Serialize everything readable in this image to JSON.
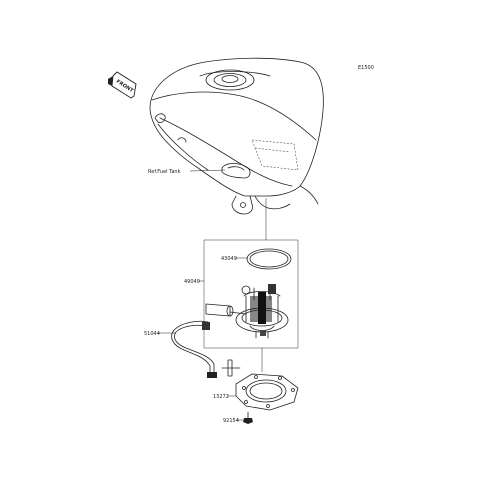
{
  "diagram_code": "E1500",
  "front_label": "FRONT",
  "labels": {
    "ref_fuel_tank": "Ref.Fuel Tank",
    "part_43049": "43049",
    "part_49040": "49040",
    "part_51044": "51044",
    "part_13272": "13272",
    "part_92154": "92154"
  }
}
